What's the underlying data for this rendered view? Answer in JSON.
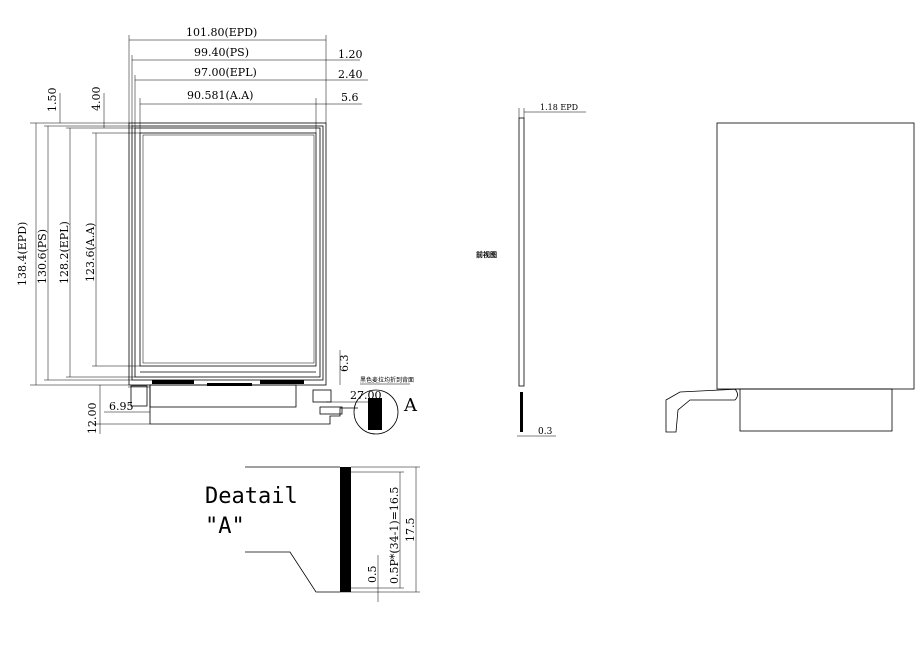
{
  "front_view": {
    "dims_top": {
      "epd_width": "101.80(EPD)",
      "ps_width": "99.40(PS)",
      "epl_width": "97.00(EPL)",
      "aa_width": "90.581(A.A)",
      "right_1": "1.20",
      "right_2": "2.40",
      "right_3": "5.6"
    },
    "dims_left": {
      "epd_height": "138.4(EPD)",
      "ps_height": "130.6(PS)",
      "epl_height": "128.2(EPL)",
      "aa_height": "123.6(A.A)",
      "top_offset_1": "1.50",
      "top_offset_2": "4.00",
      "bottom_offset": "12.00"
    },
    "dims_bottom": {
      "left_offset": "6.95",
      "fpc_offset": "27.00",
      "fpc_height": "6.3"
    },
    "note": "黑色麦拉均折到背面",
    "detail_marker": "A"
  },
  "side_view": {
    "thickness_epd": "1.18 EPD",
    "fpc_thickness": "0.3",
    "label": "前视图"
  },
  "detail": {
    "title_line1": "Deatail",
    "title_line2": "\"A\"",
    "pitch": "0.5",
    "pitch_formula": "0.5P*(34-1)=16.5",
    "total": "17.5"
  }
}
